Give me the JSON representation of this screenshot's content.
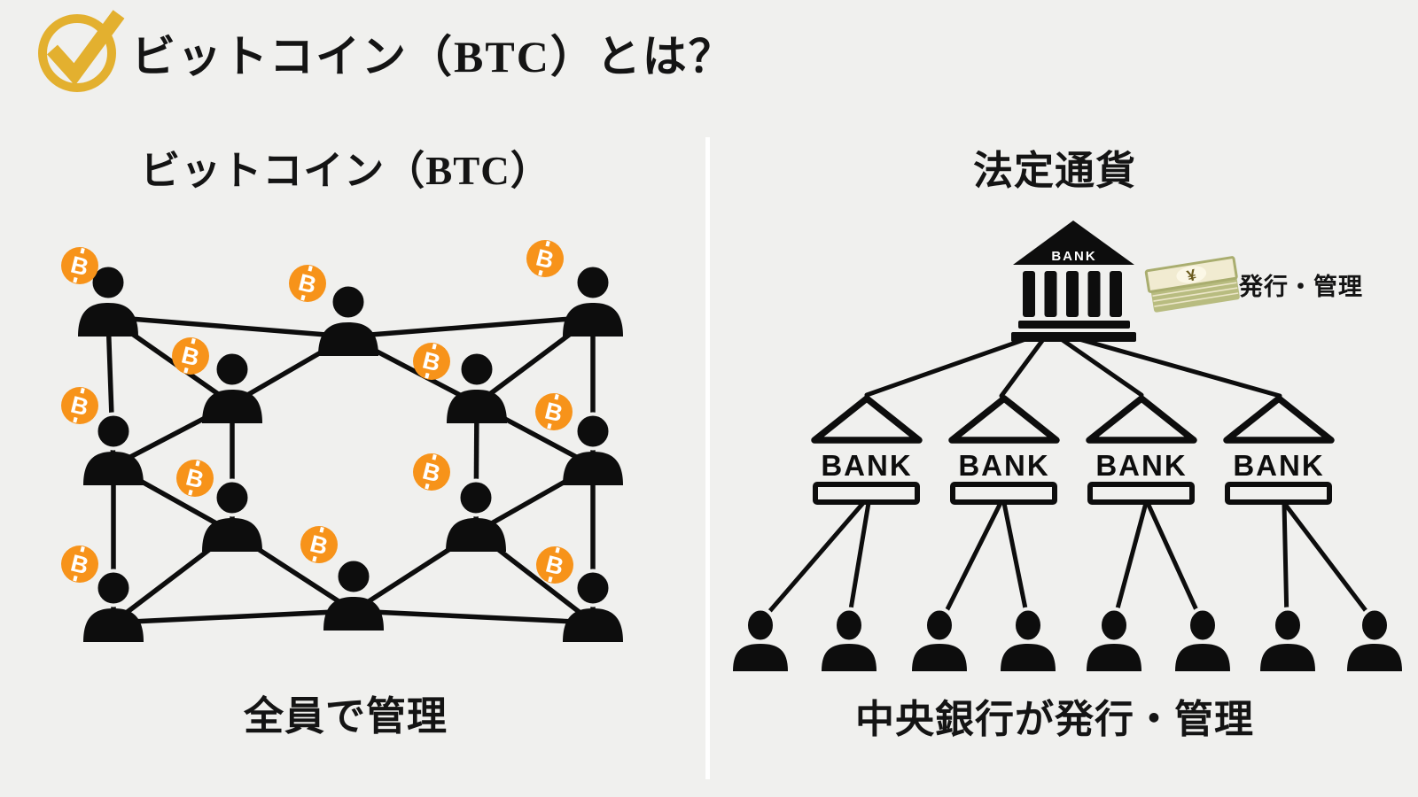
{
  "title": {
    "text": "ビットコイン（BTC）とは？",
    "icon": "check-circle",
    "check_color": "#E3B02F"
  },
  "left_panel": {
    "heading": "ビットコイン（BTC）",
    "caption": "全員で管理",
    "network": {
      "type": "peer-to-peer-mesh",
      "people_count": 12,
      "bitcoin_badge_count": 12,
      "connection_count": 22,
      "bitcoin_symbol_letter": "B",
      "badge_color": "#F7931A"
    }
  },
  "right_panel": {
    "heading": "法定通貨",
    "caption": "中央銀行が発行・管理",
    "issuance_label": "発行・管理",
    "currency_symbol": "¥",
    "central_bank": {
      "label": "BANK"
    },
    "branch_banks": {
      "label": "BANK",
      "count": 4
    },
    "people_count": 8
  },
  "colors": {
    "background": "#f0f0ee",
    "ink": "#0d0d0d",
    "bitcoin_orange": "#F7931A",
    "check_gold": "#E3B02F",
    "bill_green": "#b8bc80",
    "bill_cream": "#f1ebd1",
    "divider": "#ffffff"
  }
}
